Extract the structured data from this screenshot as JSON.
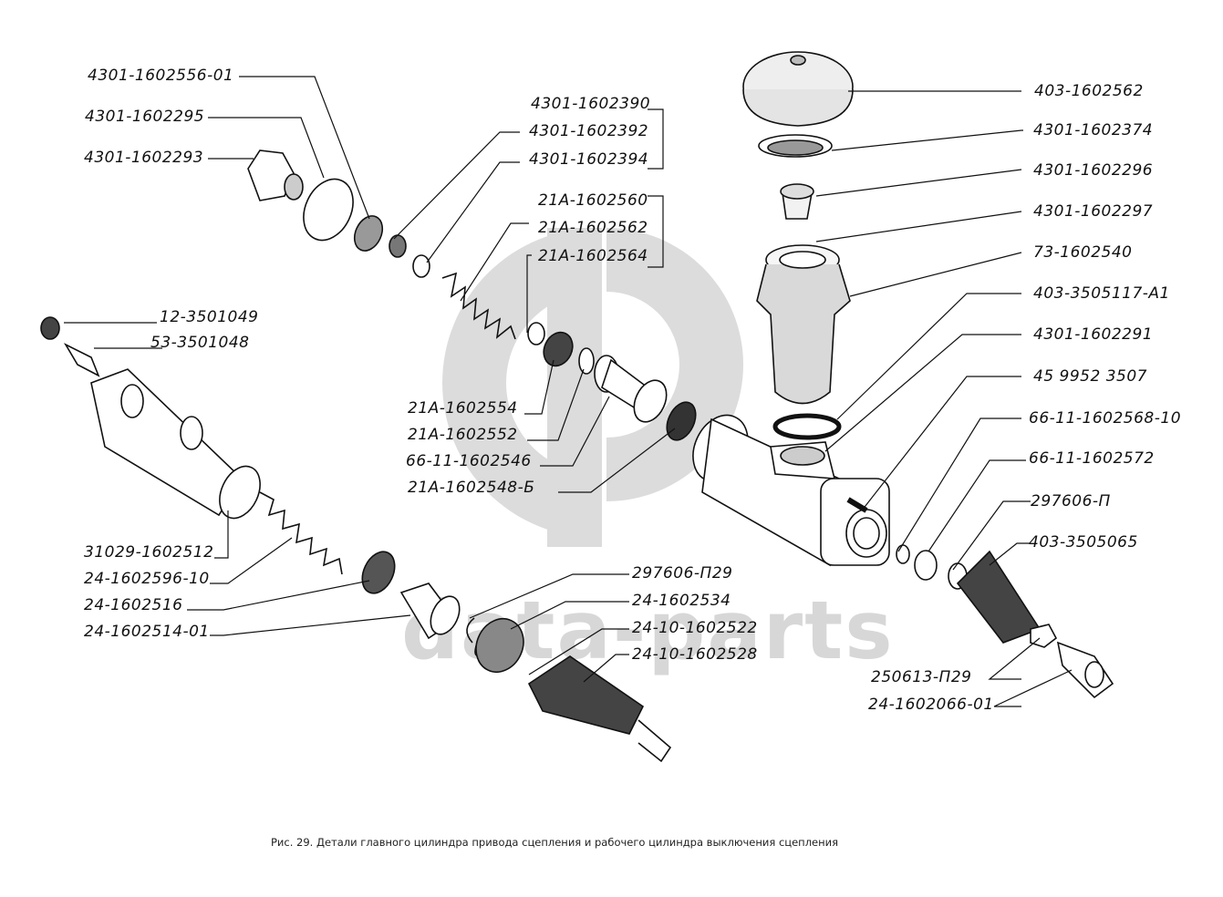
{
  "figure": {
    "caption": "Рис. 29. Детали главного цилиндра привода сцепления и рабочего цилиндра выключения сцепления",
    "watermark": {
      "logo": "dp-logo",
      "text": "data-parts",
      "color": "#d7d7d7"
    },
    "line_color": "#111111"
  },
  "labels": {
    "l01": "4301-1602556-01",
    "l02": "4301-1602295",
    "l03": "4301-1602293",
    "l04": "4301-1602390",
    "l05": "4301-1602392",
    "l06": "4301-1602394",
    "l07": "21A-1602560",
    "l08": "21A-1602562",
    "l09": "21A-1602564",
    "l10": "21A-1602554",
    "l11": "21A-1602552",
    "l12": "66-11-1602546",
    "l13": "21A-1602548-Б",
    "l14": "12-3501049",
    "l15": "53-3501048",
    "l16": "31029-1602512",
    "l17": "24-1602596-10",
    "l18": "24-1602516",
    "l19": "24-1602514-01",
    "l20": "297606-П29",
    "l21": "24-1602534",
    "l22": "24-10-1602522",
    "l23": "24-10-1602528",
    "r01": "403-1602562",
    "r02": "4301-1602374",
    "r03": "4301-1602296",
    "r04": "4301-1602297",
    "r05": "73-1602540",
    "r06": "403-3505117-А1",
    "r07": "4301-1602291",
    "r08": "45 9952 3507",
    "r09": "66-11-1602568-10",
    "r10": "66-11-1602572",
    "r11": "297606-П",
    "r12": "403-3505065",
    "r13": "250613-П29",
    "r14": "24-1602066-01"
  }
}
